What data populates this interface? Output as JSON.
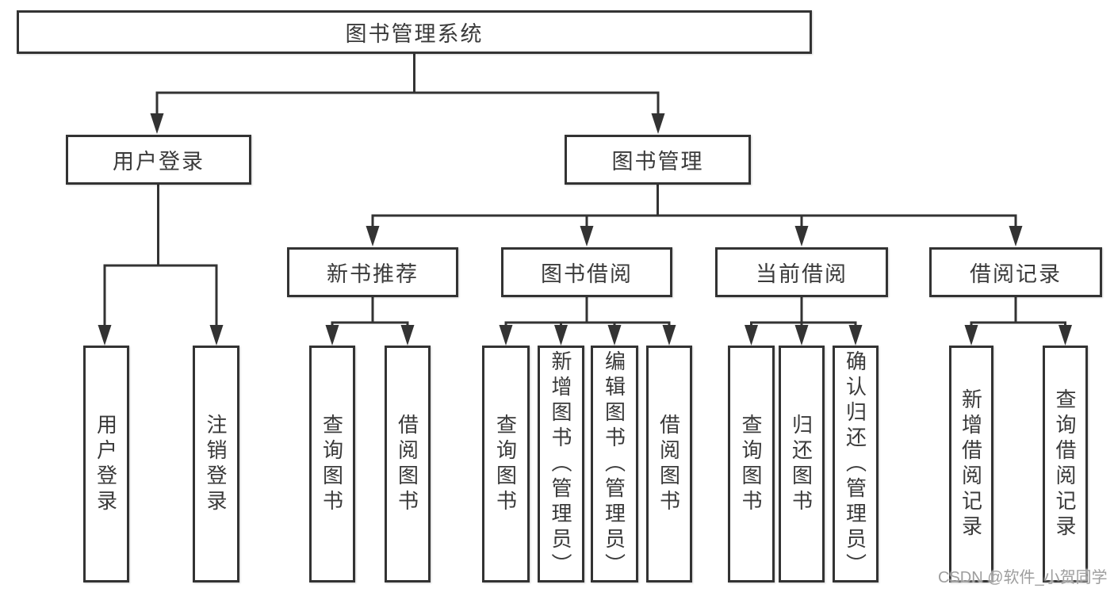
{
  "diagram": {
    "root": "图书管理系统",
    "user_login": {
      "label": "用户登录",
      "children": [
        "用户登录",
        "注销登录"
      ]
    },
    "book_mgmt": {
      "label": "图书管理",
      "sections": {
        "new_books": {
          "label": "新书推荐",
          "children": [
            "查询图书",
            "借阅图书"
          ]
        },
        "borrow": {
          "label": "图书借阅",
          "children": [
            "查询图书",
            "新增图书（管理员）",
            "编辑图书（管理员）",
            "借阅图书"
          ]
        },
        "current": {
          "label": "当前借阅",
          "children": [
            "查询图书",
            "归还图书",
            "确认归还（管理员）"
          ]
        },
        "records": {
          "label": "借阅记录",
          "children": [
            "新增借阅记录",
            "查询借阅记录"
          ]
        }
      }
    }
  },
  "watermark": "CSDN @软件_小贺同学"
}
